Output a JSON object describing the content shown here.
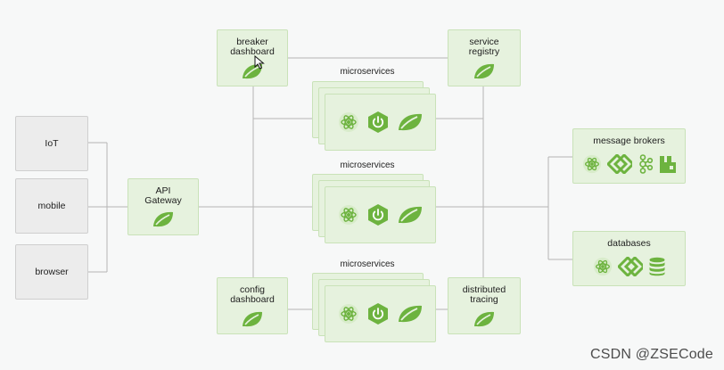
{
  "clients": [
    {
      "label": "IoT"
    },
    {
      "label": "mobile"
    },
    {
      "label": "browser"
    }
  ],
  "gateway": {
    "label": "API\nGateway",
    "icon": "spring-leaf-icon"
  },
  "breaker_dashboard": {
    "label": "breaker\ndashboard",
    "icon": "spring-leaf-icon"
  },
  "service_registry": {
    "label": "service\nregistry",
    "icon": "spring-leaf-icon"
  },
  "config_dashboard": {
    "label": "config\ndashboard",
    "icon": "spring-leaf-icon"
  },
  "distributed_tracing": {
    "label": "distributed\ntracing",
    "icon": "spring-leaf-icon"
  },
  "microservices": [
    {
      "label": "microservices",
      "icons": [
        "atom-icon",
        "power-hexagon-icon",
        "spring-leaf-icon"
      ]
    },
    {
      "label": "microservices",
      "icons": [
        "atom-icon",
        "power-hexagon-icon",
        "spring-leaf-icon"
      ]
    },
    {
      "label": "microservices",
      "icons": [
        "atom-icon",
        "power-hexagon-icon",
        "spring-leaf-icon"
      ]
    }
  ],
  "message_brokers": {
    "label": "message brokers",
    "icons": [
      "atom-icon",
      "link-diamond-icon",
      "kafka-icon",
      "rabbitmq-icon"
    ]
  },
  "databases": {
    "label": "databases",
    "icons": [
      "atom-icon",
      "link-diamond-icon",
      "database-stack-icon"
    ]
  },
  "watermark": "CSDN @ZSECode",
  "colors": {
    "accent": "#6db33f",
    "node_fill": "#e6f2de",
    "client_fill": "#ececec",
    "line": "#b5b5b5"
  }
}
